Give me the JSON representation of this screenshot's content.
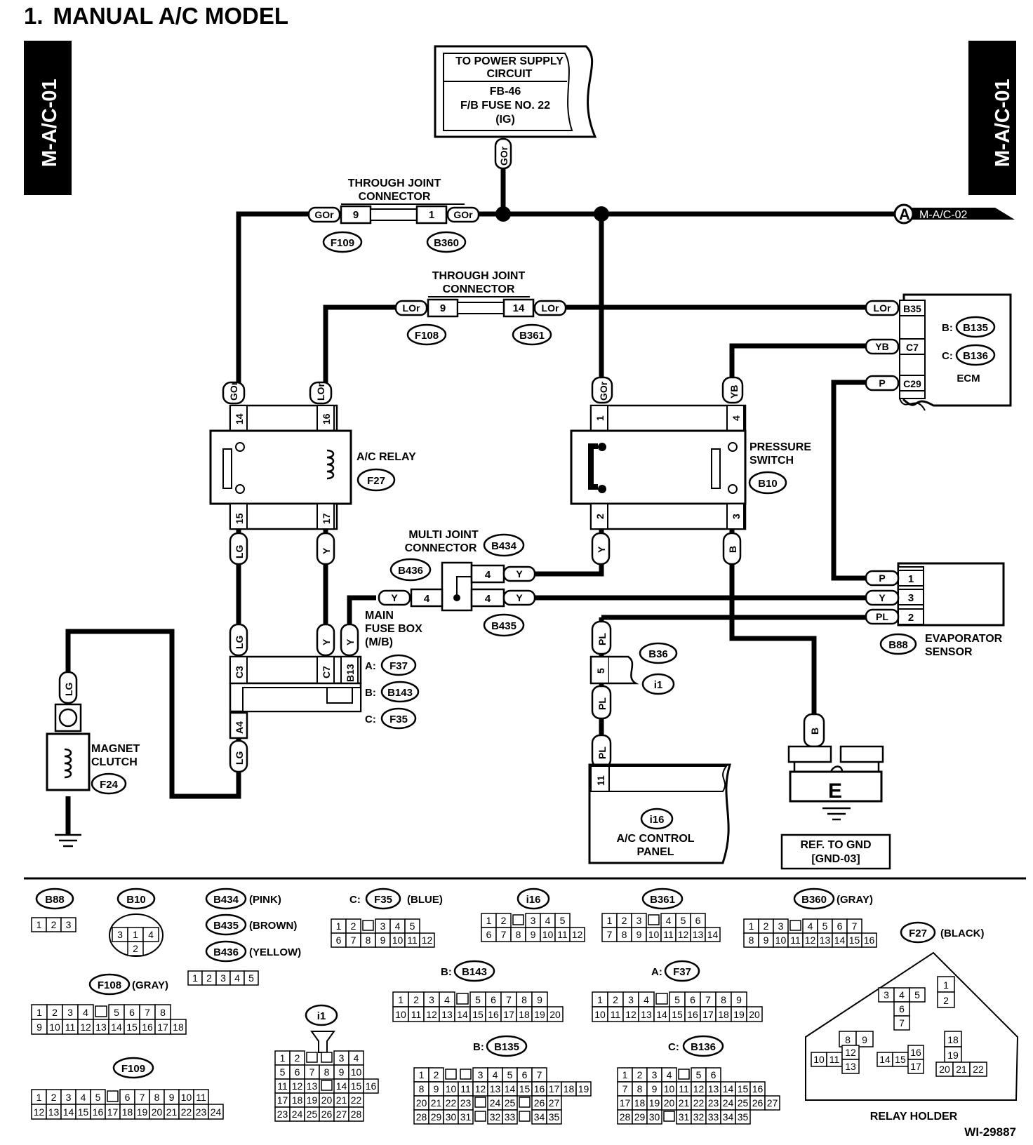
{
  "page": {
    "number": "1.",
    "title": "MANUAL A/C MODEL",
    "side_tab": "M-A/C-01",
    "ref_code": "WI-29887"
  },
  "power": {
    "line1": "TO POWER SUPPLY",
    "line2": "CIRCUIT",
    "fuse1": "FB-46",
    "fuse2": "F/B FUSE NO. 22",
    "fuse3": "(IG)"
  },
  "through_joint": {
    "line1": "THROUGH JOINT",
    "line2": "CONNECTOR"
  },
  "multi_joint": {
    "line1": "MULTI JOINT",
    "line2": "CONNECTOR"
  },
  "offpage": {
    "letter": "A",
    "label": "M-A/C-02"
  },
  "ecm": {
    "label": "ECM",
    "b_prefix": "B:",
    "b_conn": "B135",
    "c_prefix": "C:",
    "c_conn": "B136"
  },
  "ac_relay": {
    "label": "A/C RELAY",
    "conn": "F27"
  },
  "pressure_switch": {
    "line1": "PRESSURE",
    "line2": "SWITCH",
    "conn": "B10"
  },
  "main_fuse_box": {
    "line1": "MAIN",
    "line2": "FUSE BOX",
    "line3": "(M/B)",
    "a_prefix": "A:",
    "a_conn": "F37",
    "b_prefix": "B:",
    "b_conn": "B143",
    "c_prefix": "C:",
    "c_conn": "F35"
  },
  "magnet_clutch": {
    "line1": "MAGNET",
    "line2": "CLUTCH",
    "conn": "F24"
  },
  "evaporator": {
    "line1": "EVAPORATOR",
    "line2": "SENSOR",
    "conn": "B88"
  },
  "ac_panel": {
    "line1": "A/C CONTROL",
    "line2": "PANEL",
    "conn": "i16"
  },
  "ground": {
    "letter": "E",
    "line1": "REF. TO GND",
    "line2": "[GND-03]"
  },
  "connectors": {
    "F109": "F109",
    "B360": "B360",
    "F108": "F108",
    "B361": "B361",
    "B434": "B434",
    "B436": "B436",
    "B435": "B435",
    "B36": "B36",
    "i1": "i1"
  },
  "wires": {
    "GOr": "GOr",
    "LOr": "LOr",
    "YB": "YB",
    "P": "P",
    "Y": "Y",
    "LG": "LG",
    "B": "B",
    "PL": "PL"
  },
  "pins": {
    "j1_left": "9",
    "j1_right": "1",
    "j2_left": "9",
    "j2_right": "14",
    "ecm_b35": "B35",
    "ecm_c7": "C7",
    "ecm_c29": "C29",
    "relay_14": "14",
    "relay_16": "16",
    "relay_15": "15",
    "relay_17": "17",
    "ps_1": "1",
    "ps_4": "4",
    "ps_2": "2",
    "ps_3": "3",
    "mj_4": "4",
    "mb_c3": "C3",
    "mb_c7": "C7",
    "mb_b13": "B13",
    "mb_a4": "A4",
    "ev_1": "1",
    "ev_3": "3",
    "ev_2": "2",
    "b36_5": "5",
    "panel_11": "11"
  },
  "legend": {
    "B88": {
      "name": "B88",
      "rows": [
        [
          "1",
          "2",
          "3"
        ]
      ]
    },
    "B10": {
      "name": "B10",
      "pins": [
        "1",
        "2",
        "3",
        "4"
      ]
    },
    "B434": {
      "name": "B434",
      "color": "(PINK)"
    },
    "B435": {
      "name": "B435",
      "color": "(BROWN)"
    },
    "B436": {
      "name": "B436",
      "color": "(YELLOW)",
      "rows": [
        [
          "1",
          "2",
          "3",
          "4",
          "5"
        ]
      ]
    },
    "F35": {
      "prefix": "C:",
      "name": "F35",
      "color": "(BLUE)",
      "rows": [
        [
          "1",
          "2",
          "",
          "3",
          "4",
          "5"
        ],
        [
          "6",
          "7",
          "8",
          "9",
          "10",
          "11",
          "12"
        ]
      ]
    },
    "i16": {
      "name": "i16",
      "rows": [
        [
          "1",
          "2",
          "",
          "3",
          "4",
          "5"
        ],
        [
          "6",
          "7",
          "8",
          "9",
          "10",
          "11",
          "12"
        ]
      ]
    },
    "B361": {
      "name": "B361",
      "rows": [
        [
          "1",
          "2",
          "3",
          "",
          "4",
          "5",
          "6"
        ],
        [
          "7",
          "8",
          "9",
          "10",
          "11",
          "12",
          "13",
          "14"
        ]
      ]
    },
    "B360": {
      "name": "B360",
      "color": "(GRAY)",
      "rows": [
        [
          "1",
          "2",
          "3",
          "",
          "4",
          "5",
          "6",
          "7"
        ],
        [
          "8",
          "9",
          "10",
          "11",
          "12",
          "13",
          "14",
          "15",
          "16"
        ]
      ]
    },
    "F27": {
      "name": "F27",
      "color": "(BLACK)"
    },
    "F108": {
      "name": "F108",
      "color": "(GRAY)",
      "rows": [
        [
          "1",
          "2",
          "3",
          "4",
          "",
          "5",
          "6",
          "7",
          "8"
        ],
        [
          "9",
          "10",
          "11",
          "12",
          "13",
          "14",
          "15",
          "16",
          "17",
          "18"
        ]
      ]
    },
    "B143": {
      "prefix": "B:",
      "name": "B143",
      "rows": [
        [
          "1",
          "2",
          "3",
          "4",
          "",
          "5",
          "6",
          "7",
          "8",
          "9"
        ],
        [
          "10",
          "11",
          "12",
          "13",
          "14",
          "15",
          "16",
          "17",
          "18",
          "19",
          "20"
        ]
      ]
    },
    "F37": {
      "prefix": "A:",
      "name": "F37",
      "rows": [
        [
          "1",
          "2",
          "3",
          "4",
          "",
          "5",
          "6",
          "7",
          "8",
          "9"
        ],
        [
          "10",
          "11",
          "12",
          "13",
          "14",
          "15",
          "16",
          "17",
          "18",
          "19",
          "20"
        ]
      ]
    },
    "F109": {
      "name": "F109",
      "rows": [
        [
          "1",
          "2",
          "3",
          "4",
          "5",
          "",
          "6",
          "7",
          "8",
          "9",
          "10",
          "11"
        ],
        [
          "12",
          "13",
          "14",
          "15",
          "16",
          "17",
          "18",
          "19",
          "20",
          "21",
          "22",
          "23",
          "24"
        ]
      ]
    },
    "i1": {
      "name": "i1",
      "rows": [
        [
          "1",
          "2",
          "",
          "",
          "3",
          "4"
        ],
        [
          "5",
          "6",
          "7",
          "8",
          "9",
          "10"
        ],
        [
          "11",
          "12",
          "13",
          "",
          "14",
          "15",
          "16"
        ],
        [
          "17",
          "18",
          "19",
          "20",
          "21",
          "22"
        ],
        [
          "23",
          "24",
          "25",
          "26",
          "27",
          "28"
        ]
      ]
    },
    "B135": {
      "prefix": "B:",
      "name": "B135",
      "rows": [
        [
          "1",
          "2",
          "",
          "",
          "3",
          "4",
          "5",
          "6",
          "7"
        ],
        [
          "8",
          "9",
          "10",
          "11",
          "12",
          "13",
          "14",
          "15",
          "16",
          "17",
          "18",
          "19"
        ],
        [
          "20",
          "21",
          "22",
          "23",
          "",
          "24",
          "25",
          "",
          "26",
          "27"
        ],
        [
          "28",
          "29",
          "30",
          "31",
          "",
          "32",
          "33",
          "",
          "34",
          "35"
        ]
      ]
    },
    "B136": {
      "prefix": "C:",
      "name": "B136",
      "rows": [
        [
          "1",
          "2",
          "3",
          "4",
          "",
          "5",
          "6"
        ],
        [
          "7",
          "8",
          "9",
          "10",
          "11",
          "12",
          "13",
          "14",
          "15",
          "16"
        ],
        [
          "17",
          "18",
          "19",
          "20",
          "21",
          "22",
          "23",
          "24",
          "25",
          "26",
          "27"
        ],
        [
          "28",
          "29",
          "30",
          "",
          "31",
          "32",
          "33",
          "34",
          "35"
        ]
      ]
    },
    "relay_holder": {
      "label": "RELAY HOLDER",
      "pins": [
        "1",
        "2",
        "3",
        "4",
        "5",
        "6",
        "7",
        "8",
        "9",
        "10",
        "11",
        "12",
        "13",
        "14",
        "15",
        "16",
        "17",
        "18",
        "19",
        "20",
        "21",
        "22"
      ]
    }
  },
  "colors": {
    "wire": "#000000",
    "background": "#ffffff"
  }
}
